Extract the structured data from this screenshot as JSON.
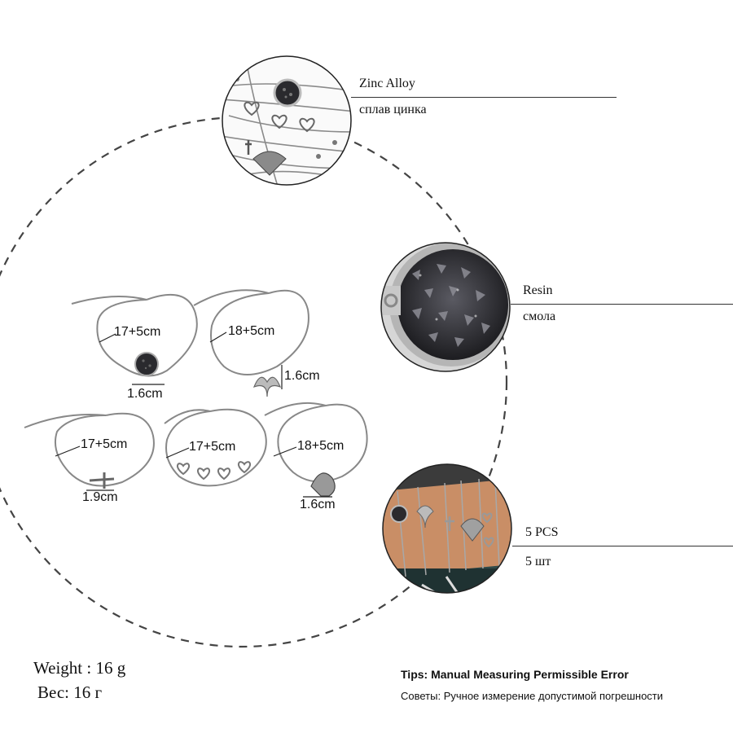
{
  "materials": [
    {
      "label_en": "Zinc Alloy",
      "label_ru": "сплав цинка"
    },
    {
      "label_en": "Resin",
      "label_ru": "смола"
    },
    {
      "label_en": "5 PCS",
      "label_ru": "5 шт"
    }
  ],
  "bracelets": [
    {
      "length": "17+5cm",
      "pendant_size": "1.6cm",
      "pendant": "druzy-round"
    },
    {
      "length": "18+5cm",
      "pendant_size": "1.6cm",
      "pendant": "whale-tail"
    },
    {
      "length": "17+5cm",
      "pendant_size": "1.9cm",
      "pendant": "cross"
    },
    {
      "length": "17+5cm",
      "pendant": "hearts"
    },
    {
      "length": "18+5cm",
      "pendant_size": "1.6cm",
      "pendant": "shell"
    }
  ],
  "weight": {
    "en": "Weight : 16 g",
    "ru": "Вес: 16 г"
  },
  "tips": {
    "en": "Tips: Manual Measuring Permissible Error",
    "ru": "Советы: Ручное измерение допустимой погрешности"
  },
  "colors": {
    "background": "#ffffff",
    "metal": "#9a9a9a",
    "stone": "#2a2a2e",
    "skin": "#c98e66",
    "denim": "#2f4a4a"
  }
}
